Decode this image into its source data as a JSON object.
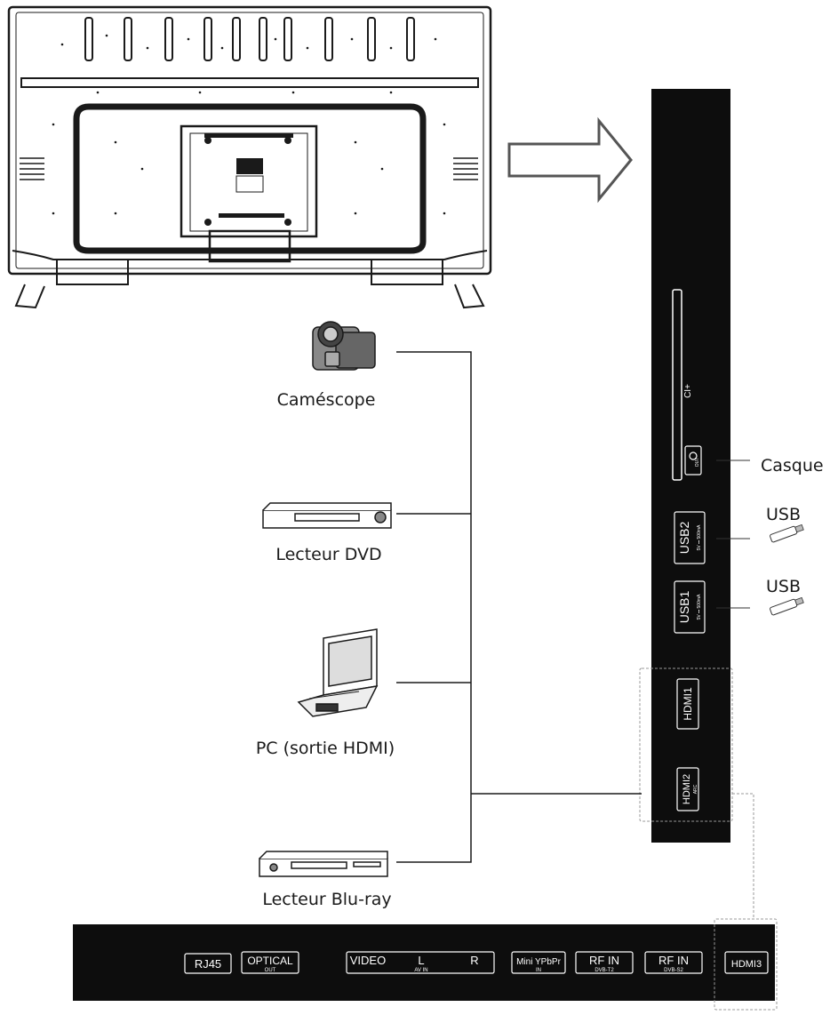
{
  "devices": {
    "camcorder": "Caméscope",
    "dvd": "Lecteur DVD",
    "pc": "PC (sortie HDMI)",
    "bluray": "Lecteur Blu-ray"
  },
  "side_panel": {
    "ci": "CI+",
    "headphone_out": "OUT",
    "usb2": "USB2",
    "usb2_spec": "5V ⎓ 500mA",
    "usb1": "USB1",
    "usb1_spec": "5V ⎓ 500mA",
    "hdmi1": "HDMI1",
    "hdmi2": "HDMI2",
    "hdmi2_sub": "ARC"
  },
  "side_labels": {
    "headphone": "Casque",
    "usb_a": "USB",
    "usb_b": "USB"
  },
  "bottom_panel": {
    "rj45": "RJ45",
    "optical": "OPTICAL",
    "optical_sub": "OUT",
    "video": "VIDEO",
    "l": "L",
    "r": "R",
    "av_in": "AV IN",
    "mini_ypbpr": "Mini YPbPr",
    "mini_in": "IN",
    "rf1": "RF IN",
    "rf1_sub": "DVB-T2",
    "rf2": "RF IN",
    "rf2_sub": "DVB-S2",
    "hdmi3": "HDMI3"
  }
}
